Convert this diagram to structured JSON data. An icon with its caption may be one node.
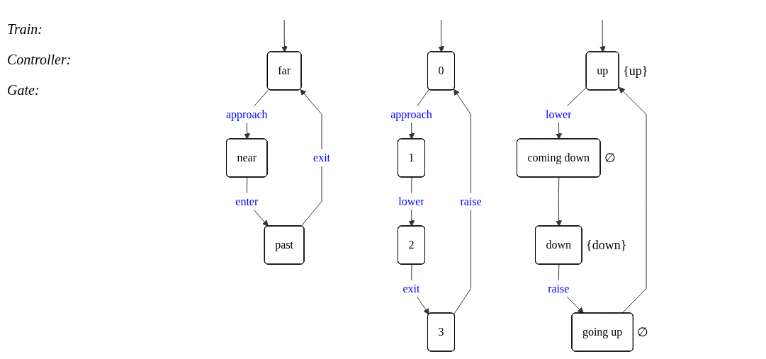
{
  "diagram": {
    "nodes": [
      {
        "text": [
          "far"
        ]
      },
      {
        "text": [
          "near"
        ]
      },
      {
        "text": [
          "past"
        ]
      },
      {
        "text": [
          "0"
        ]
      },
      {
        "text": [
          "1"
        ]
      },
      {
        "text": [
          "2"
        ]
      },
      {
        "text": [
          "3"
        ]
      },
      {
        "text": [
          "up"
        ],
        "beside": [
          "{up}"
        ]
      },
      {
        "text": [
          "coming down"
        ],
        "beside": [
          "∅"
        ]
      },
      {
        "text": [
          "down"
        ],
        "beside": [
          "{down}"
        ]
      },
      {
        "text": [
          "going up"
        ],
        "beside": [
          "∅"
        ]
      }
    ],
    "edges": [
      {
        "from": null,
        "to": 0,
        "arrow": "to"
      },
      {
        "from": 0,
        "to": 1,
        "arrow": "to",
        "label": "approach"
      },
      {
        "from": 1,
        "to": 2,
        "arrow": "to",
        "label": "enter"
      },
      {
        "from": 2,
        "to": 0,
        "arrow": "to",
        "label": "exit"
      },
      {
        "from": null,
        "to": 3,
        "arrow": "to"
      },
      {
        "from": 3,
        "to": 4,
        "arrow": "to",
        "label": "approach"
      },
      {
        "from": 4,
        "to": 5,
        "arrow": "to",
        "label": "lower"
      },
      {
        "from": 5,
        "to": 6,
        "arrow": "to",
        "label": "exit"
      },
      {
        "from": 6,
        "to": 3,
        "arrow": "to",
        "label": "raise"
      },
      {
        "from": null,
        "to": 7,
        "arrow": "to"
      },
      {
        "from": 7,
        "to": 8,
        "arrow": "to",
        "label": "lower"
      },
      {
        "from": 8,
        "to": 9,
        "arrow": "to"
      },
      {
        "from": 9,
        "to": 10,
        "arrow": "to",
        "label": "raise"
      },
      {
        "from": 10,
        "to": 7,
        "arrow": "to"
      }
    ],
    "labels": [
      "Train:",
      "Controller:",
      "Gate:"
    ]
  }
}
